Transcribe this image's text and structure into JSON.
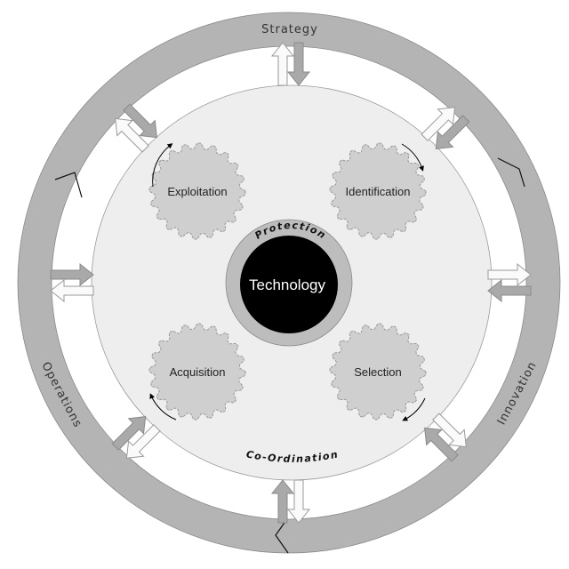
{
  "diagram": {
    "ring_labels": {
      "top": "Strategy",
      "right": "Innovation",
      "left": "Operations"
    },
    "center": {
      "label": "Technology",
      "arc_label": "Protection"
    },
    "bottom_arc_label": "Co-Ordination",
    "gears": [
      {
        "label": "Exploitation",
        "rotation": "clockwise"
      },
      {
        "label": "Identification",
        "rotation": "clockwise"
      },
      {
        "label": "Acquisition",
        "rotation": "clockwise"
      },
      {
        "label": "Selection",
        "rotation": "clockwise"
      }
    ],
    "colors": {
      "ring": "#b4b4b4",
      "inner_disc": "#eeeeee",
      "gear": "#cfcfcf",
      "core": "#000000",
      "core_ring": "#bdbdbd"
    }
  }
}
